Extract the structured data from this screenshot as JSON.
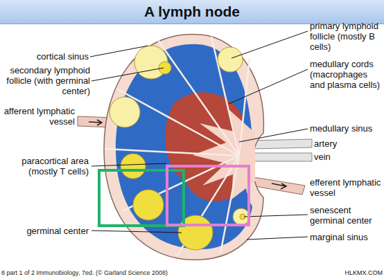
{
  "diagram": {
    "title": "A lymph node",
    "caption": "8 part 1 of 2 Immunobiology, 7ed. (© Garland Science 2008)",
    "labels": [
      "cortical sinus",
      "secondary lymphoid follicle (with germinal center)",
      "afferent lymphatic vessel",
      "paracortical area (mostly T cells)",
      "germinal center",
      "primary lymphoid follicle (mostly B cells)",
      "medullary cords (macrophages and plasma cells)",
      "medullary sinus",
      "artery",
      "vein",
      "efferent lymphatic vessel",
      "senescent germinal center",
      "marginal sinus",
      "HLKMX.COM"
    ]
  }
}
